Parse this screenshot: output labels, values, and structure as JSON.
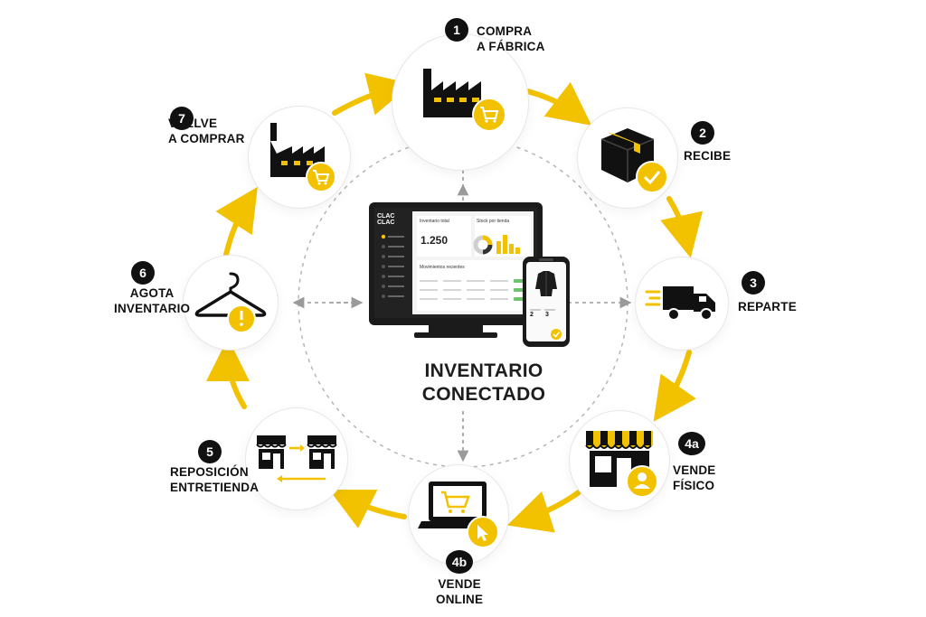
{
  "colors": {
    "accent": "#f2c200",
    "dark": "#111111",
    "dashed": "#9a9a9a"
  },
  "center": {
    "title": "INVENTARIO\nCONECTADO",
    "dashboard": {
      "logo": "CLAC\nCLAC",
      "card1_title": "Inventario total",
      "card1_value": "1.250",
      "card2_title": "Stock por tienda",
      "table_title": "Movimientos recientes"
    },
    "phone": {
      "value1": "2",
      "value2": "3"
    }
  },
  "steps": [
    {
      "num": "1",
      "label": "COMPRA\nA FÁBRICA",
      "icon": "factory-cart-icon"
    },
    {
      "num": "2",
      "label": "RECIBE",
      "icon": "box-check-icon"
    },
    {
      "num": "3",
      "label": "REPARTE",
      "icon": "delivery-truck-icon"
    },
    {
      "num": "4a",
      "label": "VENDE\nFÍSICO",
      "icon": "store-user-icon"
    },
    {
      "num": "4b",
      "label": "VENDE\nONLINE",
      "icon": "laptop-cart-icon"
    },
    {
      "num": "5",
      "label": "REPOSICIÓN\nENTRETIENDA",
      "icon": "store-transfer-icon"
    },
    {
      "num": "6",
      "label": "AGOTA\nINVENTARIO",
      "icon": "hanger-alert-icon"
    },
    {
      "num": "7",
      "label": "VUELVE\nA COMPRAR",
      "icon": "factory-cart-icon"
    }
  ]
}
